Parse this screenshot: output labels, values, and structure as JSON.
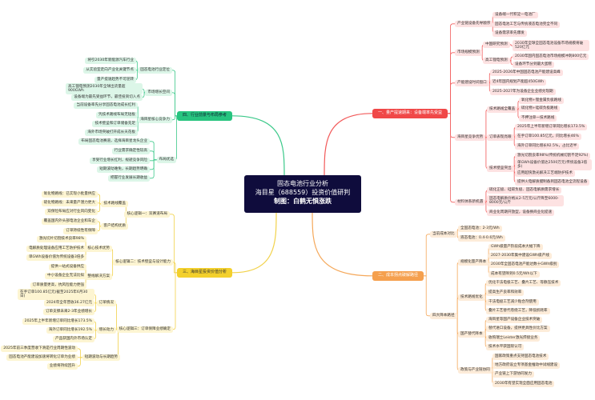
{
  "center": {
    "line1": "固态电池行业分析",
    "line2": "海目星（688559）投资价值研判",
    "line3": "制图：白鹤无惧涨跌"
  },
  "colors": {
    "red": "#f04848",
    "orange": "#f5a04e",
    "yellow": "#f3d02c",
    "green": "#27c47f",
    "center": "#0f0c3c"
  },
  "branches": [
    {
      "label": "一、量产提速期来：设备端率先受益",
      "children": [
        {
          "label": "产业链设备先导顺序",
          "children": [
            {
              "label": "设备端一代积淀一电池厂"
            },
            {
              "label": "固态电池工艺与传统液态电池完全不同"
            },
            {
              "label": "设备需求率先爆发"
            }
          ]
        },
        {
          "label": "市场规模预测",
          "children": [
            {
              "label": "中国研究预测",
              "children": [
                {
                  "label": "2030年全球全固态电池设备市场规模将破520亿元"
                }
              ]
            },
            {
              "label": "高工锂电预测",
              "children": [
                {
                  "label": "2030年国内固态电池市场规模冲刺800亿元"
                },
                {
                  "label": "设备环节分到最大蛋糕"
                }
              ]
            }
          ]
        },
        {
          "label": "产能建设时间窗口",
          "children": [
            {
              "label": "2025-2026年中国固态电池产能建设高峰"
            },
            {
              "label": "近4年国内规划产能超450GWh"
            },
            {
              "label": "2025-2027年为设备企业业绩兑现期"
            }
          ]
        },
        {
          "label": "海目星竞争优势",
          "children": [
            {
              "label": "技术路线全覆盖",
              "children": [
                {
                  "label": "氧化物+锂金属负极路线"
                },
                {
                  "label": "硫化物+硅碳负极路线"
                },
                {
                  "label": "不押注单一技术路线"
                }
              ]
            },
            {
              "label": "订单表现亮眼",
              "children": [
                {
                  "label": "2025年上半年新增订单同比增长173.5%"
                },
                {
                  "label": "在手订单100.85亿元，同比增长46%"
                },
                {
                  "label": "海外订单同比增长92.5%，占比近半"
                }
              ]
            },
            {
              "label": "技术壁垒突出",
              "children": [
                {
                  "label": "激光切割良率98%(传统机械切割不足92%)"
                },
                {
                  "label": "单GWh设备价值达2500万元(传统设备3倍多)"
                },
                {
                  "label": "应用超快激光解决工艺端防护技术"
                },
                {
                  "label": "提供火电解质膜制备到固态电池全流程设备"
                }
              ]
            }
          ]
        },
        {
          "label": "材料体系新机遇",
          "children": [
            {
              "label": "硫化正极、硅碳负极、固态电解质需求增长"
            },
            {
              "label": "固态电解质价格从2-5万元/公斤降至6000-8000元/公斤"
            },
            {
              "label": "商业化周期开放型，设备换商业化提速"
            }
          ]
        }
      ]
    },
    {
      "label": "二、成本拐点破解路径",
      "children": [
        {
          "label": "当前成本对比",
          "children": [
            {
              "label": "全固态电池：2-3元/Wh"
            },
            {
              "label": "液态电池：0.4-0.6元/Wh"
            }
          ]
        },
        {
          "label": "四大降本路径",
          "children": [
            {
              "label": "规模化量产降本",
              "children": [
                {
                  "label": "GWh级量产阶段成本大幅下降"
                },
                {
                  "label": "2027-2030年集中建设GWh级产线"
                },
                {
                  "label": "2030年全固态电池产能达数十GWh级别"
                },
                {
                  "label": "成本有望降到0.5元/Wh以下"
                }
              ]
            },
            {
              "label": "技术路线优化",
              "children": [
                {
                  "label": "优化干法电极工艺、叠片工艺、等静压技术"
                },
                {
                  "label": "提高生产良率和效率"
                },
                {
                  "label": "干法电极工艺减少粘合剂使用"
                },
                {
                  "label": "叠片工艺替代卷绕工艺，降低损耗率"
                }
              ]
            },
            {
              "label": "国产替代降本",
              "children": [
                {
                  "label": "海目星等国产设备企业技术突破"
                },
                {
                  "label": "替代进口设备，提供更具性价比方案"
                },
                {
                  "label": "收购瑞士Leister激光焊接业务"
                },
                {
                  "label": "技术水平获国际认可"
                }
              ]
            },
            {
              "label": "政策与产业链协同",
              "children": [
                {
                  "label": "国家政策重点支持固态电池技术"
                },
                {
                  "label": "地方政府设立专项基金推动中试线建设"
                },
                {
                  "label": "产业链上下游协同发力"
                },
                {
                  "label": "2030年有望实现全面应用固态电池"
                }
              ]
            }
          ]
        }
      ]
    },
    {
      "label": "三、海目星投资价值分析",
      "children": [
        {
          "label": "核心逻辑一：双赛道布局",
          "children": [
            {
              "label": "技术路线覆盖",
              "children": [
                {
                  "label": "氧化物路线：已实现小批量供应"
                },
                {
                  "label": "硫化物路线：未来量产潜力更大"
                },
                {
                  "label": "双保险布局应对行业风向变化"
                }
              ]
            },
            {
              "label": "客户结构优质",
              "children": [
                {
                  "label": "覆盖国内外头部电池企业和车企"
                },
                {
                  "label": "订单持续性有保障"
                }
              ]
            }
          ]
        },
        {
          "label": "核心逻辑二：技术壁垒与设计能力",
          "children": [
            {
              "label": "核心技术优势",
              "children": [
                {
                  "label": "激光切片切割技术良率98%"
                },
                {
                  "label": "电解质处理设备应用工艺防护技术"
                },
                {
                  "label": "单GWh设备价值为传统设备3倍多"
                }
              ]
            },
            {
              "label": "整线解决方案",
              "children": [
                {
                  "label": "提供一站式设备供应"
                },
                {
                  "label": "中小设备企业无法比拟"
                },
                {
                  "label": "订单质量更高，抗风险能力更强"
                }
              ]
            }
          ]
        },
        {
          "label": "核心逻辑三：订单保障业绩确定",
          "children": [
            {
              "label": "订单情况",
              "children": [
                {
                  "label": "在手订单100.85亿元(截至2025年6月30日)"
                },
                {
                  "label": "2024年全年营收36.27亿元"
                },
                {
                  "label": "订单支撑未来2-3年业绩增长"
                }
              ]
            },
            {
              "label": "增长动力",
              "children": [
                {
                  "label": "2025年上半年新增订单同比增长173.5%"
                },
                {
                  "label": "海外订单同比增长192.5%"
                },
                {
                  "label": "产品获国内外市场认定"
                }
              ]
            },
            {
              "label": "短期波动与长期趋势",
              "children": [
                {
                  "label": "2025年前三季度营收下滑是行业周期性波动"
                },
                {
                  "label": "固态电池产能建设加速将转化订单为业绩"
                },
                {
                  "label": "业绩将持续回升"
                }
              ]
            }
          ]
        }
      ]
    },
    {
      "label": "四、行业前景与布局参考",
      "children": [
        {
          "label": "固态电池行业定位",
          "children": [
            {
              "label": "将引2030年新能源汽车行业"
            },
            {
              "label": "从实验室走向产业化关键节点"
            },
            {
              "label": "量产提速趋势不可逆转"
            }
          ]
        },
        {
          "label": "市场增长空间",
          "children": [
            {
              "label": "高工锂电预测2030年全球出货量超900GWh"
            },
            {
              "label": "设备端为最先受益环节，最佳投资切入点"
            }
          ]
        },
        {
          "label": "海目星核心竞争力",
          "children": [
            {
              "label": "当前设备率先分享固态电池成长红利"
            },
            {
              "label": "凭技术路线布局无短板"
            },
            {
              "label": "技术壁垒和订单储备充足"
            },
            {
              "label": "海外市场突破打开成长天花板"
            }
          ]
        },
        {
          "label": "布局优选",
          "children": [
            {
              "label": "布局固态电池赛道，选择海目星龙头企业"
            },
            {
              "label": "行业需求确定性较高"
            },
            {
              "label": "享受行业增长红利，规避竞争风险"
            },
            {
              "label": "短期波动难免，长期趋势明确"
            },
            {
              "label": "把握行业发展长期收益"
            }
          ]
        }
      ]
    }
  ]
}
